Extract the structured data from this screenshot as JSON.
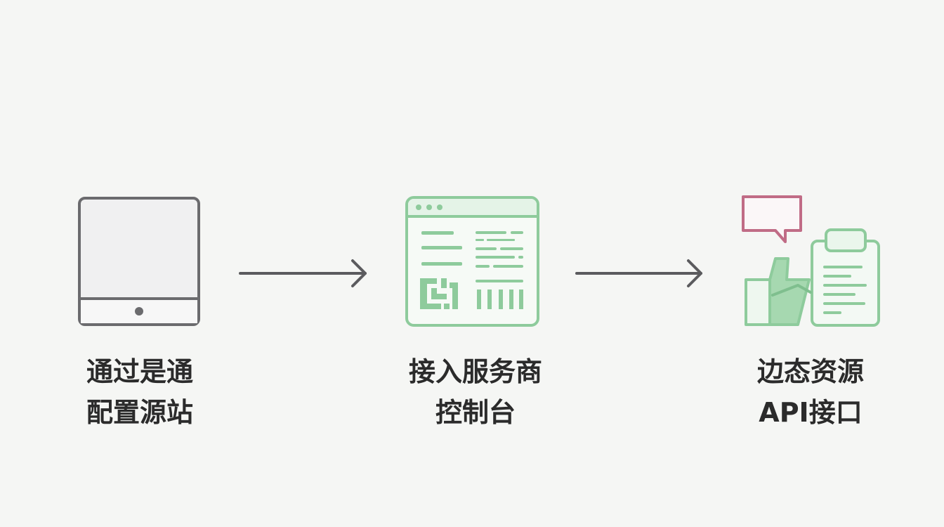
{
  "colors": {
    "background": "#f5f6f4",
    "device_stroke": "#6b6b6e",
    "arrow": "#5b5b5e",
    "green": "#8ecb9c",
    "green_fill": "#eaf6ec",
    "pink": "#c06c86"
  },
  "steps": [
    {
      "icon": "tablet-icon",
      "line1": "通过是通",
      "line2": "配置源站"
    },
    {
      "icon": "browser-dashboard-icon",
      "line1": "接入服务商",
      "line2": "控制台"
    },
    {
      "icon": "thumbs-up-clipboard-icon",
      "line1": "边态资源",
      "line2": "API接口"
    }
  ]
}
